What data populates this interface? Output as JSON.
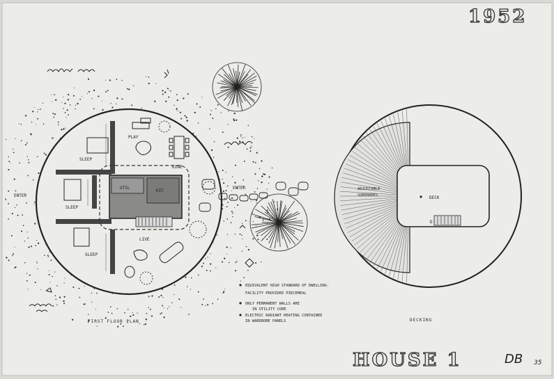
{
  "sheet": {
    "year": "1952",
    "title": "HOUSE 1",
    "initials": "DB",
    "sheet_number": "35"
  },
  "plan_left": {
    "caption": "FIRST FLOOR PLAN",
    "rooms": {
      "sleep_top": "SLEEP",
      "sleep_mid": "SLEEP",
      "sleep_bottom": "SLEEP",
      "play": "PLAY",
      "dine": "DINE",
      "live": "LIVE",
      "util": "UTIL",
      "kit": "KIT",
      "enter_left": "ENTER",
      "enter_right": "ENTER"
    }
  },
  "plan_right": {
    "caption": "DECKING",
    "labels": {
      "sunshades": "ADJUSTABLE\nSUNSHADES",
      "deck": "DECK",
      "stair": "D"
    }
  },
  "notes": [
    {
      "line1": "EQUIVALENT HIGH STANDARD OF DWELLING-",
      "line2": "FACILITY     PROVIDED PIECEMEAL"
    },
    {
      "line1": "ONLY PERMANENT WALLS ARE",
      "line2": "IN UTILITY CORE"
    },
    {
      "line1": "ELECTRIC RADIANT HEATING CONTAINED",
      "line2": "IN WARDROBE PANELS"
    }
  ]
}
